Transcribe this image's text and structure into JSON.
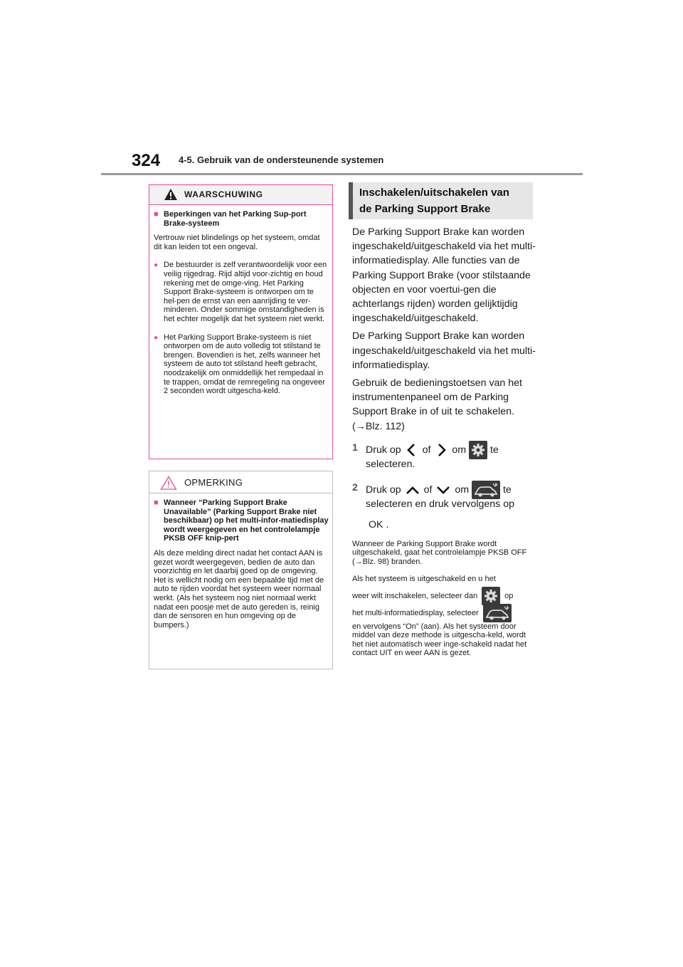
{
  "header": {
    "page_number": "324",
    "section_title": "4-5. Gebruik van de ondersteunende systemen"
  },
  "warning": {
    "label": "WAARSCHUWING",
    "heading": "Beperkingen van het Parking Sup-port Brake-systeem",
    "intro": "Vertrouw niet blindelings op het systeem, omdat dit kan leiden tot een ongeval.",
    "bullets": [
      "De bestuurder is zelf verantwoordelijk voor een veilig rijgedrag. Rijd altijd voor-zichtig en houd rekening met de omge-ving. Het Parking Support Brake-systeem is ontworpen om te hel-pen de ernst van een aanrijding te ver-minderen. Onder sommige omstandigheden is het echter mogelijk dat het systeem niet werkt.",
      "Het Parking Support Brake-systeem is niet ontworpen om de auto volledig tot stilstand te brengen. Bovendien is het, zelfs wanneer het systeem de auto tot stilstand heeft gebracht, noodzakelijk om onmiddellijk het rempedaal in te trappen, omdat de remregeling na ongeveer 2 seconden wordt uitgescha-keld."
    ]
  },
  "note": {
    "label": "OPMERKING",
    "heading": "Wanneer “Parking Support Brake Unavailable” (Parking Support Brake niet beschikbaar) op het multi-infor-matiedisplay wordt weergegeven en het controlelampje PKSB OFF knip-pert",
    "body": "Als deze melding direct nadat het contact AAN is gezet wordt weergegeven, bedien de auto dan voorzichtig en let daarbij goed op de omgeving. Het is wellicht nodig om een bepaalde tijd met de auto te rijden voordat het systeem weer normaal werkt. (Als het systeem nog niet normaal werkt nadat een poosje met de auto gereden is, reinig dan de sensoren en hun omgeving op de bumpers.)"
  },
  "right": {
    "heading_line1": "Inschakelen/uitschakelen van",
    "heading_line2": "de Parking Support Brake",
    "para1": "De Parking Support Brake kan worden ingeschakeld/uitgeschakeld via het multi-informatiedisplay. Alle functies van de Parking Support Brake (voor stilstaande objecten en voor voertui-gen die achterlangs rijden) worden gelijktijdig ingeschakeld/uitgeschakeld.",
    "para2": "De Parking Support Brake kan worden ingeschakeld/uitgeschakeld via het multi-informatiedisplay.",
    "para3": "Gebruik de bedieningstoetsen van het instrumentenpaneel om de Parking Support Brake in of uit te schakelen.",
    "para3_ref": "(→Blz. 112)",
    "step1": {
      "num": "1",
      "druk_op": "Druk op",
      "of": "of",
      "om": "om",
      "te": "te",
      "line2": "selecteren."
    },
    "step2": {
      "num": "2",
      "druk_op": "Druk op",
      "of": "of",
      "om": "om",
      "te": "te",
      "line2": "selecteren en druk vervolgens op",
      "ok": "OK ."
    },
    "small1": "Wanneer de Parking Support Brake wordt uitgeschakeld, gaat het controlelampje PKSB OFF (→Blz. 98) branden.",
    "small2_a": "Als het systeem is uitgeschakeld en u het",
    "small2_b": "weer wilt inschakelen, selecteer dan",
    "small2_c": "op",
    "small2_d": "het multi-informatiedisplay, selecteer",
    "small2_e": "en vervolgens “On” (aan). Als het systeem door middel van deze methode is uitgescha-keld, wordt het niet automatisch weer inge-schakeld nadat het contact UIT en weer AAN is gezet."
  }
}
